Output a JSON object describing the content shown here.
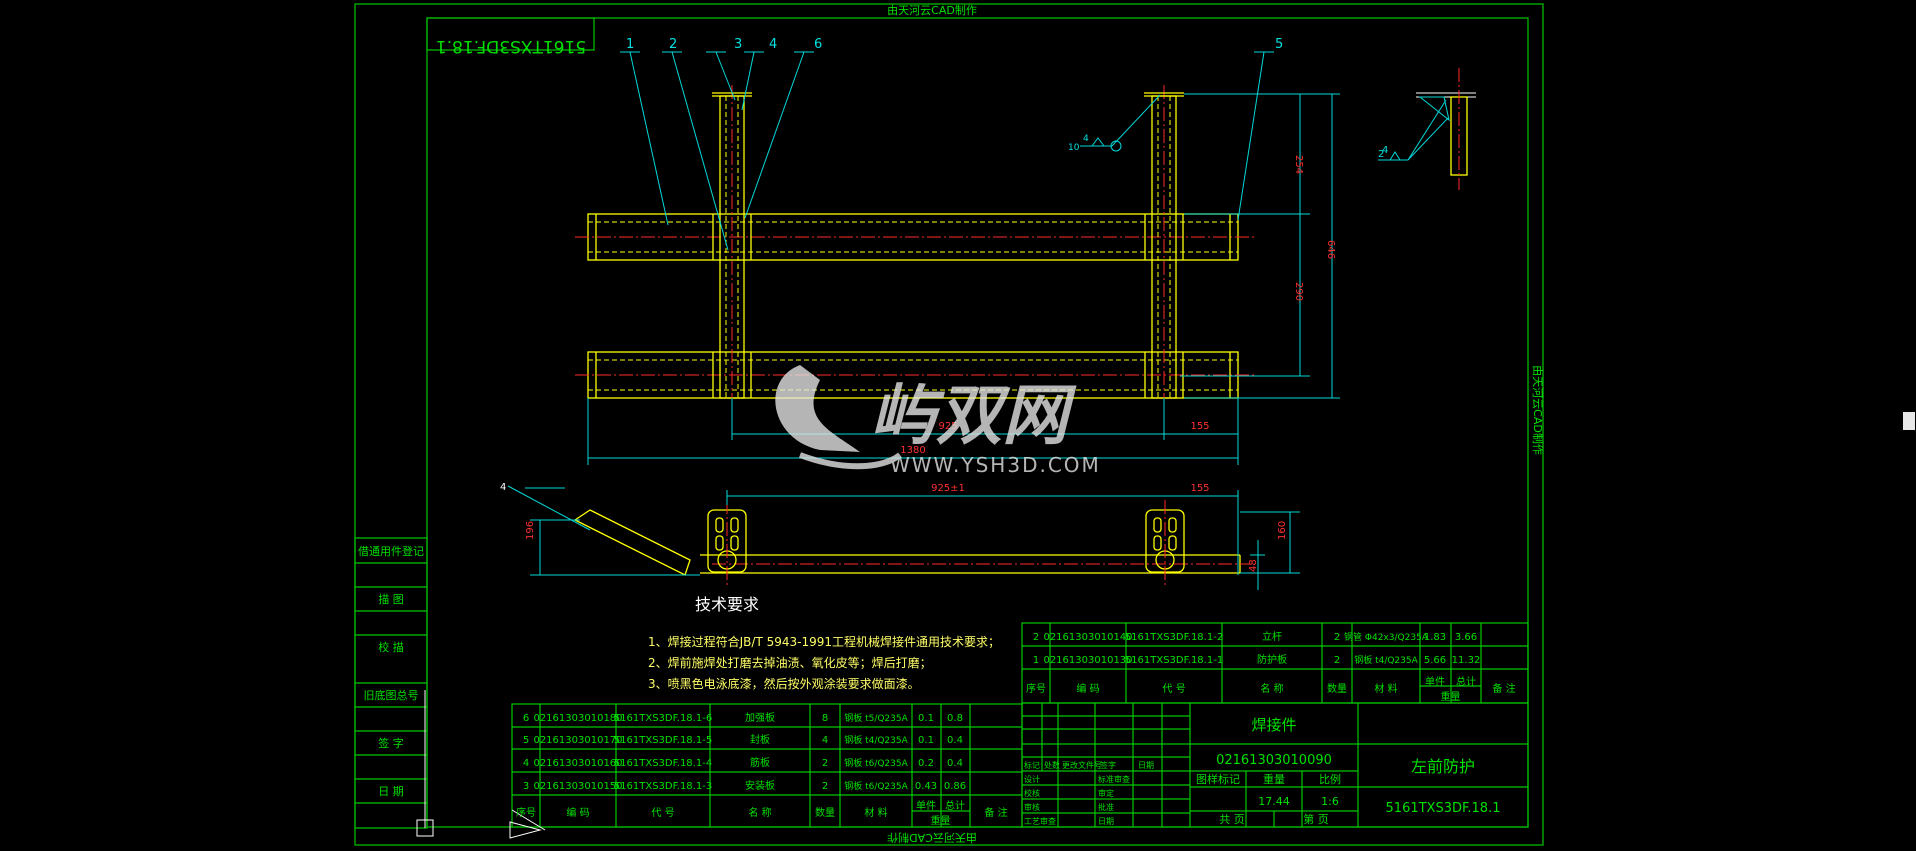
{
  "frame": {
    "top_credit": "由天河云CAD制作",
    "bottom_credit": "由天河云CAD制作",
    "side_credit": "由天河云CAD制作",
    "drawing_code_box": "5161TXS3DF.18.1"
  },
  "balloons": [
    "1",
    "2",
    "3",
    "4",
    "6",
    "5"
  ],
  "dimensions": {
    "d254": "254",
    "d290": "290",
    "d646": "646",
    "d925": "925",
    "d155a": "155",
    "d1380": "1380",
    "d925z1": "925±1",
    "d155b": "155",
    "d196": "196",
    "d160": "160",
    "d48": "48"
  },
  "weld_symbols": {
    "w_top": "4",
    "w_top_len": "10",
    "w_right": "4",
    "w_right_len": "2",
    "w_left": "4"
  },
  "left_stamp_labels": [
    "借通用件登记",
    "描 图",
    "校 描",
    "旧底图总号",
    "签 字",
    "日 期"
  ],
  "tech_req": {
    "title": "技术要求",
    "lines": [
      "1、焊接过程符合JB/T 5943-1991工程机械焊接件通用技术要求；",
      "2、焊前施焊处打磨去掉油渍、氧化皮等；焊后打磨；",
      "3、喷黑色电泳底漆，然后按外观涂装要求做面漆。"
    ]
  },
  "bom_left": {
    "rows": [
      [
        "6",
        "02161303010180",
        "5161TXS3DF.18.1-6",
        "加强板",
        "8",
        "钢板 t5/Q235A",
        "0.1",
        "0.8"
      ],
      [
        "5",
        "02161303010170",
        "5161TXS3DF.18.1-5",
        "封板",
        "4",
        "钢板 t4/Q235A",
        "0.1",
        "0.4"
      ],
      [
        "4",
        "02161303010160",
        "5161TXS3DF.18.1-4",
        "筋板",
        "2",
        "钢板 t6/Q235A",
        "0.2",
        "0.4"
      ],
      [
        "3",
        "02161303010150",
        "5161TXS3DF.18.1-3",
        "安装板",
        "2",
        "钢板 t6/Q235A",
        "0.43",
        "0.86"
      ]
    ],
    "header": [
      "序号",
      "编 码",
      "代 号",
      "名 称",
      "数量",
      "材 料",
      "单件",
      "总计",
      "备 注"
    ],
    "weight_label": "重量"
  },
  "bom_right": {
    "rows": [
      [
        "2",
        "02161303010140",
        "5161TXS3DF.18.1-2",
        "立杆",
        "2",
        "钢管 Φ42x3/Q235A",
        "1.83",
        "3.66"
      ],
      [
        "1",
        "02161303010130",
        "5161TXS3DF.18.1-1",
        "防护板",
        "2",
        "钢板 t4/Q235A",
        "5.66",
        "11.32"
      ]
    ],
    "header": [
      "序号",
      "编 码",
      "代 号",
      "名 称",
      "数量",
      "材 料",
      "单件",
      "总计",
      "备 注"
    ],
    "weight_label": "重量"
  },
  "title_block": {
    "part_type": "焊接件",
    "part_code": "02161303010090",
    "part_name": "左前防护",
    "drawing_no": "5161TXS3DF.18.1",
    "weight": "17.44",
    "scale": "1:6",
    "labels": [
      "标记",
      "处数",
      "更改文件号",
      "签字",
      "日期",
      "设计",
      "标准审查",
      "校核",
      "审定",
      "审核",
      "批准",
      "工艺审查",
      "日期",
      "图样标记",
      "重量",
      "比例",
      "共 页",
      "第 页"
    ]
  },
  "watermark": {
    "brand": "屿双网",
    "url": "WWW.YSH3D.COM"
  }
}
